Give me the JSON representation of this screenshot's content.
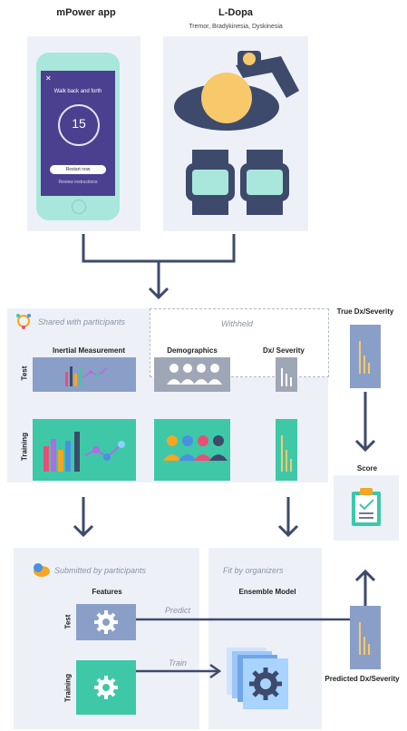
{
  "top": {
    "mpower_title": "mPower app",
    "ldopa_title": "L-Dopa",
    "ldopa_subtitle": "Tremor, Bradykinesia, Dyskinesia"
  },
  "phone": {
    "header": "Walk back and forth",
    "timer": "15",
    "button": "Restart now",
    "link": "Review instructions"
  },
  "shared": {
    "label": "Shared with participants",
    "inertial": "Inertial Measurement",
    "test": "Test",
    "training": "Training"
  },
  "withheld": {
    "label": "Withheld",
    "demographics": "Demographics",
    "dx": "Dx/ Severity"
  },
  "right": {
    "true_dx": "True Dx/Severity",
    "score": "Score",
    "predicted_dx": "Predicted Dx/Severity"
  },
  "submitted": {
    "label": "Submitted by participants",
    "features": "Features",
    "test": "Test",
    "training": "Training"
  },
  "fit": {
    "label": "Fit by organizers",
    "ensemble": "Ensemble Model"
  },
  "arrows": {
    "predict": "Predict",
    "train": "Train"
  },
  "colors": {
    "panel": "#edf1f7",
    "navy": "#3d4a6b",
    "teal": "#3ec8a8",
    "slate_blue": "#8a9fc7",
    "gray_box": "#9fa6b5",
    "phone_purple": "#4b3f8f",
    "phone_frame": "#a9e7dc",
    "skin": "#f7c96a"
  }
}
